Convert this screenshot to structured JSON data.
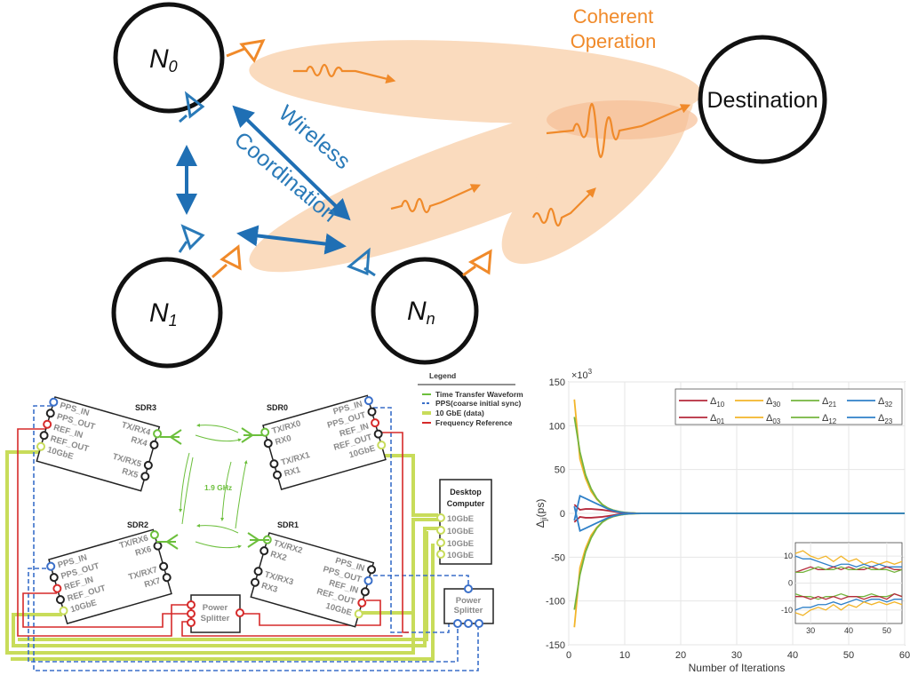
{
  "concept": {
    "nodes": {
      "n0": "N",
      "n0_sub": "0",
      "n1": "N",
      "n1_sub": "1",
      "nn": "N",
      "nn_sub": "n",
      "destination": "Destination"
    },
    "wireless_label": "Wireless",
    "coordination_label": "Coordination",
    "coherent_label_1": "Coherent",
    "coherent_label_2": "Operation",
    "colors": {
      "coordination": "#2a7ab8",
      "coherent": "#f08a2a",
      "beam": "#f9cfa9"
    }
  },
  "testbed": {
    "sdrs": {
      "sdr3": {
        "name": "SDR3",
        "left_ports": [
          "PPS_IN",
          "PPS_OUT",
          "REF_IN",
          "REF_OUT",
          "10GbE"
        ],
        "right_ports": [
          "TX/RX4",
          "RX4",
          "TX/RX5",
          "RX5"
        ]
      },
      "sdr0": {
        "name": "SDR0",
        "left_ports": [
          "TX/RX0",
          "RX0",
          "TX/RX1",
          "RX1"
        ],
        "right_ports": [
          "PPS_IN",
          "PPS_OUT",
          "REF_IN",
          "REF_OUT",
          "10GbE"
        ]
      },
      "sdr2": {
        "name": "SDR2",
        "left_ports": [
          "PPS_IN",
          "PPS_OUT",
          "REF_IN",
          "REF_OUT",
          "10GbE"
        ],
        "right_ports": [
          "TX/RX6",
          "RX6",
          "TX/RX7",
          "RX7"
        ]
      },
      "sdr1": {
        "name": "SDR1",
        "left_ports": [
          "TX/RX2",
          "RX2",
          "TX/RX3",
          "RX3"
        ],
        "right_ports": [
          "PPS_IN",
          "PPS_OUT",
          "REF_IN",
          "REF_OUT",
          "10GbE"
        ]
      }
    },
    "frequency_label": "1.9 GHz",
    "desktop": {
      "title_1": "Desktop",
      "title_2": "Computer",
      "ports": [
        "10GbE",
        "10GbE",
        "10GbE",
        "10GbE"
      ]
    },
    "power_splitter_1": {
      "line1": "Power",
      "line2": "Splitter"
    },
    "power_splitter_2": {
      "line1": "Power",
      "line2": "Splitter"
    },
    "legend": {
      "title": "Legend",
      "items": [
        {
          "label": "Time Transfer Waveform",
          "color": "#6cbf3c",
          "style": "solid"
        },
        {
          "label": "PPS(coarse initial sync)",
          "color": "#3a6fc9",
          "style": "dashed"
        },
        {
          "label": "10 GbE (data)",
          "color": "#c8dc5a",
          "style": "thick"
        },
        {
          "label": "Frequency Reference",
          "color": "#d62a2a",
          "style": "solid"
        }
      ]
    }
  },
  "chart_data": {
    "type": "line",
    "xlabel": "Number of Iterations",
    "ylabel": "Δ",
    "ylabel_sub": "ji",
    "ylabel_unit": "(ps)",
    "y_multiplier": "×10",
    "y_multiplier_exp": "3",
    "xlim": [
      0,
      60
    ],
    "ylim": [
      -150,
      150
    ],
    "xticks": [
      0,
      10,
      20,
      30,
      40,
      50,
      60
    ],
    "yticks": [
      150,
      100,
      50,
      0,
      -50,
      -100,
      -150
    ],
    "grid": true,
    "legend_position": "top-right",
    "x": [
      1,
      2,
      3,
      4,
      5,
      6,
      7,
      8,
      9,
      10,
      11,
      12,
      14,
      60
    ],
    "series": [
      {
        "name": "Δ",
        "sub": "10",
        "color": "#b5293b",
        "values": [
          10,
          4,
          5,
          5,
          4.5,
          4,
          3,
          2,
          1,
          0.5,
          0.2,
          0,
          0,
          0
        ]
      },
      {
        "name": "Δ",
        "sub": "30",
        "color": "#f2b52a",
        "values": [
          130,
          62,
          40,
          25,
          16,
          10,
          6,
          3.5,
          2,
          1,
          0.5,
          0.2,
          0,
          0
        ]
      },
      {
        "name": "Δ",
        "sub": "21",
        "color": "#74b43e",
        "values": [
          110,
          70,
          44,
          28,
          17,
          10,
          6,
          3.5,
          2,
          1,
          0.5,
          0.2,
          0,
          0
        ]
      },
      {
        "name": "Δ",
        "sub": "32",
        "color": "#2f80c8",
        "values": [
          -8,
          20,
          17,
          14,
          11,
          8,
          5,
          3,
          1.5,
          0.8,
          0.3,
          0.1,
          0,
          0
        ]
      },
      {
        "name": "Δ",
        "sub": "01",
        "color": "#b5293b",
        "values": [
          -10,
          -4,
          -5,
          -5,
          -4.5,
          -4,
          -3,
          -2,
          -1,
          -0.5,
          -0.2,
          0,
          0,
          0
        ]
      },
      {
        "name": "Δ",
        "sub": "03",
        "color": "#f2b52a",
        "values": [
          -130,
          -62,
          -40,
          -25,
          -16,
          -10,
          -6,
          -3.5,
          -2,
          -1,
          -0.5,
          -0.2,
          0,
          0
        ]
      },
      {
        "name": "Δ",
        "sub": "12",
        "color": "#74b43e",
        "values": [
          -110,
          -70,
          -44,
          -28,
          -17,
          -10,
          -6,
          -3.5,
          -2,
          -1,
          -0.5,
          -0.2,
          0,
          0
        ]
      },
      {
        "name": "Δ",
        "sub": "23",
        "color": "#2f80c8",
        "values": [
          8,
          -20,
          -17,
          -14,
          -11,
          -8,
          -5,
          -3,
          -1.5,
          -0.8,
          -0.3,
          -0.1,
          0,
          0
        ]
      }
    ],
    "inset": {
      "xlim": [
        26,
        54
      ],
      "ylim": [
        -15,
        15
      ],
      "xticks": [
        30,
        40,
        50
      ],
      "yticks": [
        10,
        0,
        -10
      ],
      "x": [
        26,
        28,
        30,
        32,
        34,
        36,
        38,
        40,
        42,
        44,
        46,
        48,
        50,
        52,
        54
      ],
      "series": [
        {
          "color": "#f2b52a",
          "values": [
            11,
            12,
            10,
            9,
            10,
            8,
            10,
            8,
            9,
            7,
            8,
            7,
            8,
            7,
            8
          ]
        },
        {
          "color": "#2f80c8",
          "values": [
            10,
            9,
            9,
            8,
            7,
            6,
            7,
            7,
            6,
            7,
            6,
            7,
            6,
            6,
            6
          ]
        },
        {
          "color": "#b5293b",
          "values": [
            4,
            5,
            6,
            5,
            5,
            6,
            5,
            6,
            5,
            5,
            6,
            5,
            6,
            5,
            5
          ]
        },
        {
          "color": "#74b43e",
          "values": [
            4,
            4,
            5,
            6,
            5,
            5,
            6,
            5,
            5,
            6,
            5,
            5,
            5,
            4,
            5
          ]
        },
        {
          "color": "#74b43e",
          "values": [
            -4,
            -5,
            -5,
            -6,
            -5,
            -5,
            -4,
            -5,
            -5,
            -5,
            -4,
            -5,
            -5,
            -4,
            -5
          ]
        },
        {
          "color": "#b5293b",
          "values": [
            -5,
            -5,
            -6,
            -5,
            -6,
            -5,
            -6,
            -5,
            -5,
            -6,
            -5,
            -5,
            -6,
            -4,
            -5
          ]
        },
        {
          "color": "#2f80c8",
          "values": [
            -10,
            -9,
            -9,
            -8,
            -8,
            -7,
            -8,
            -7,
            -6,
            -7,
            -6,
            -6,
            -7,
            -6,
            -6
          ]
        },
        {
          "color": "#f2b52a",
          "values": [
            -11,
            -12,
            -10,
            -9,
            -10,
            -8,
            -10,
            -8,
            -9,
            -7,
            -8,
            -7,
            -8,
            -7,
            -8
          ]
        }
      ]
    }
  }
}
